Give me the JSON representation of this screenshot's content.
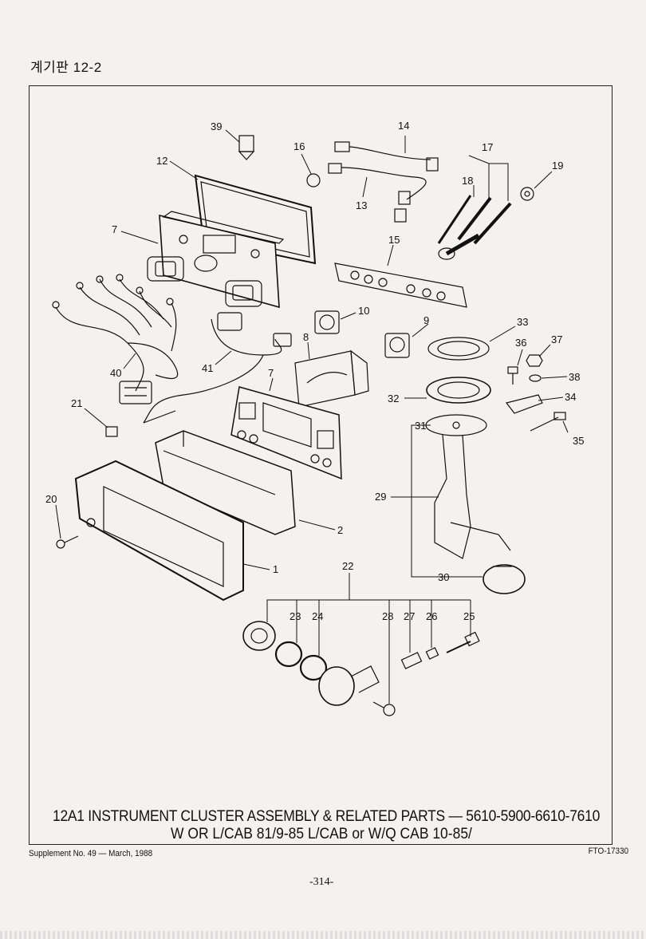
{
  "header": {
    "section": "계기판  12-2"
  },
  "callouts": {
    "n39": "39",
    "n16": "16",
    "n14": "14",
    "n17": "17",
    "n19": "19",
    "n12": "12",
    "n13": "13",
    "n18": "18",
    "n7a": "7",
    "n15": "15",
    "n10": "10",
    "n9": "9",
    "n33": "33",
    "n8": "8",
    "n36": "36",
    "n37": "37",
    "n40": "40",
    "n41": "41",
    "n7b": "7",
    "n38": "38",
    "n32": "32",
    "n34": "34",
    "n21": "21",
    "n31": "31",
    "n35": "35",
    "n20": "20",
    "n29": "29",
    "n2": "2",
    "n1": "1",
    "n22": "22",
    "n30": "30",
    "n23": "23",
    "n24": "24",
    "n28": "28",
    "n27": "27",
    "n26": "26",
    "n25": "25"
  },
  "caption": {
    "line1": "12A1   INSTRUMENT CLUSTER ASSEMBLY & RELATED PARTS — 5610-5900-6610-7610",
    "line2": "W OR L/CAB 81/9-85 L/CAB or W/Q CAB 10-85/"
  },
  "footer": {
    "supplement": "Supplement No. 49 — March, 1988",
    "figure_id": "FTO-17330",
    "page_number": "-314-"
  }
}
